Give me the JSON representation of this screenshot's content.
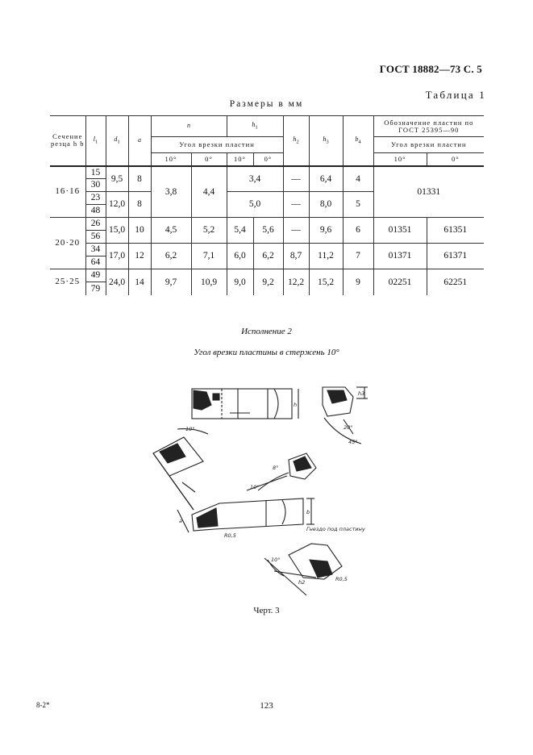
{
  "header": "ГОСТ 18882—73 С. 5",
  "table_label": "Таблица 1",
  "table_title": "Размеры в мм",
  "columns": {
    "section": "Сечение резца h b",
    "l1": "l",
    "l1_sub": "1",
    "d1": "d",
    "d1_sub": "1",
    "a": "a",
    "n": "n",
    "h1": "h",
    "h1_sub": "1",
    "angle": "Угол врезки пластин",
    "angle_10": "10°",
    "angle_0": "0°",
    "h2": "h",
    "h2_sub": "2",
    "h3": "h",
    "h3_sub": "3",
    "b4": "b",
    "b4_sub": "4",
    "designation": "Обозначение пластин по ГОСТ 25395—90",
    "designation_angle": "Угол врезки пластин"
  },
  "rows": {
    "s16": {
      "section": "16·16",
      "l1": [
        "15",
        "30",
        "23",
        "48"
      ],
      "d1": [
        "9,5",
        "12,0"
      ],
      "a": [
        "8",
        "8"
      ],
      "n10": "3,8",
      "n0": "4,4",
      "h1": [
        "3,4",
        "5,0"
      ],
      "h2": [
        "—",
        "—"
      ],
      "h3": [
        "6,4",
        "8,0"
      ],
      "b4": [
        "4",
        "5"
      ],
      "designation": "01331"
    },
    "s20": {
      "section": "20·20",
      "l1": [
        "26",
        "56",
        "34",
        "64"
      ],
      "d1": [
        "15,0",
        "17,0"
      ],
      "a": [
        "10",
        "12"
      ],
      "n10": [
        "4,5",
        "6,2"
      ],
      "n0": [
        "5,2",
        "7,1"
      ],
      "h1_10": [
        "5,4",
        "6,0"
      ],
      "h1_0": [
        "5,6",
        "6,2"
      ],
      "h2": [
        "—",
        "8,7"
      ],
      "h3": [
        "9,6",
        "11,2"
      ],
      "b4": [
        "6",
        "7"
      ],
      "des10": [
        "01351",
        "01371"
      ],
      "des0": [
        "61351",
        "61371"
      ]
    },
    "s25": {
      "section": "25·25",
      "l1": [
        "49",
        "79"
      ],
      "d1": "24,0",
      "a": "14",
      "n10": "9,7",
      "n0": "10,9",
      "h1_10": "9,0",
      "h1_0": "9,2",
      "h2": "12,2",
      "h3": "15,2",
      "b4": "9",
      "des10": "02251",
      "des0": "62251"
    }
  },
  "variant_title": "Исполнение 2",
  "angle_title": "Угол врезки пластины в стержень 10°",
  "drawing": {
    "label_h": "h",
    "label_h3": "h3",
    "label_20": "20°",
    "label_45": "45°",
    "label_10a": "10°",
    "label_8": "8°",
    "label_10b": "10°",
    "label_b": "b",
    "label_a": "a",
    "label_r05": "R0,5",
    "label_nest": "Гнездо под пластину",
    "label_10c": "10°",
    "label_h2": "h2",
    "label_r05b": "R0,5"
  },
  "fig_caption": "Черт. 3",
  "page_number": "123",
  "print_mark": "8-2*"
}
